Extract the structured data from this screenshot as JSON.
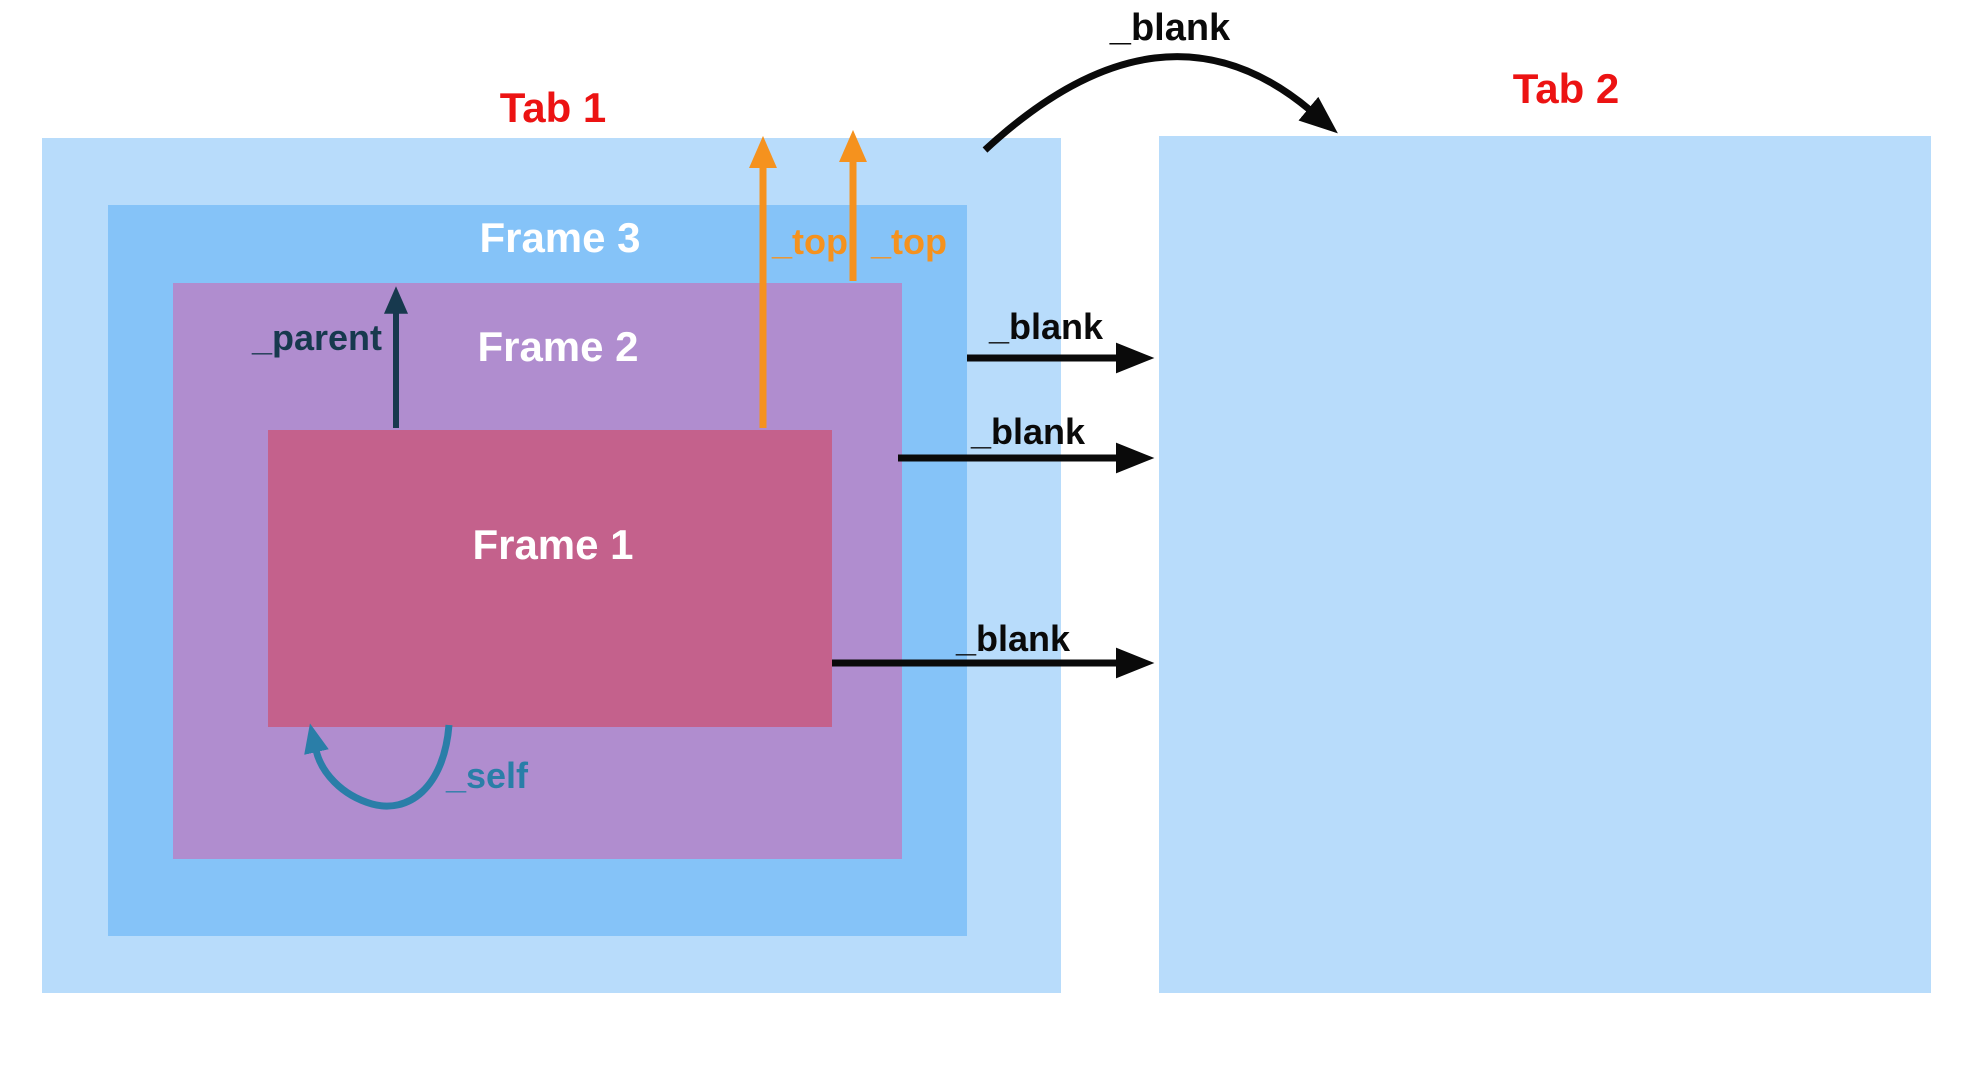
{
  "tabs": [
    {
      "label": "Tab 1"
    },
    {
      "label": "Tab 2"
    }
  ],
  "frames": [
    {
      "label": "Frame 1"
    },
    {
      "label": "Frame 2"
    },
    {
      "label": "Frame 3"
    }
  ],
  "arrow_labels": {
    "blank_top": "_blank",
    "blank_from_frame3": "_blank",
    "blank_from_frame2": "_blank",
    "blank_from_frame1": "_blank",
    "top_from_frame1": "_top",
    "top_from_frame2": "_top",
    "parent_from_frame1": "_parent",
    "self_on_frame1": "_self"
  },
  "colors": {
    "background": "#ffffff",
    "tab_fill": "#b8dcfb",
    "frame3_fill": "#85c3f8",
    "frame2_fill": "#b08dcf",
    "frame1_fill": "#c4618c",
    "tab_label": "#ec1313",
    "frame_label": "#ffffff",
    "blank_arrow": "#0a0a0a",
    "top_arrow": "#f5921e",
    "parent_arrow": "#17394e",
    "self_arrow": "#2a7ea8"
  }
}
